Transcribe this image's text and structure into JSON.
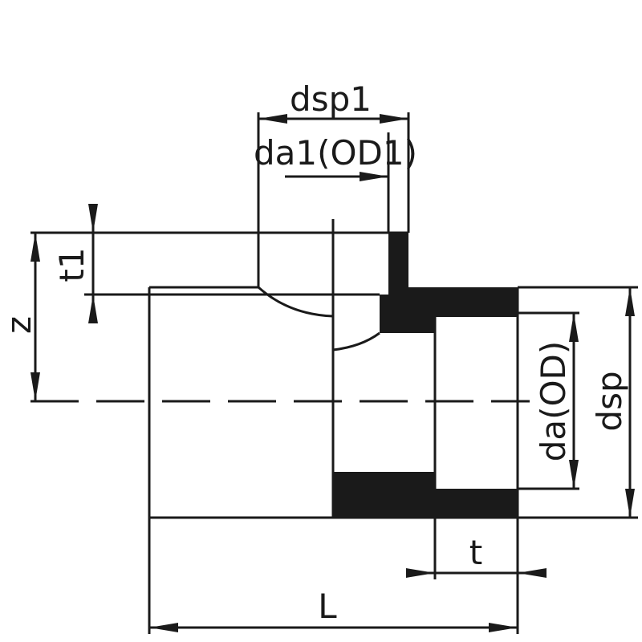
{
  "diagram": {
    "title": "Reducing tee dimensions",
    "labels": {
      "dsp1": "dsp1",
      "da1": "da1(OD1)",
      "t1": "t1",
      "z": "z",
      "da": "da(OD)",
      "dsp": "dsp",
      "t": "t",
      "L": "L"
    },
    "colors": {
      "line": "#1a1a1a",
      "background": "#ffffff"
    }
  }
}
